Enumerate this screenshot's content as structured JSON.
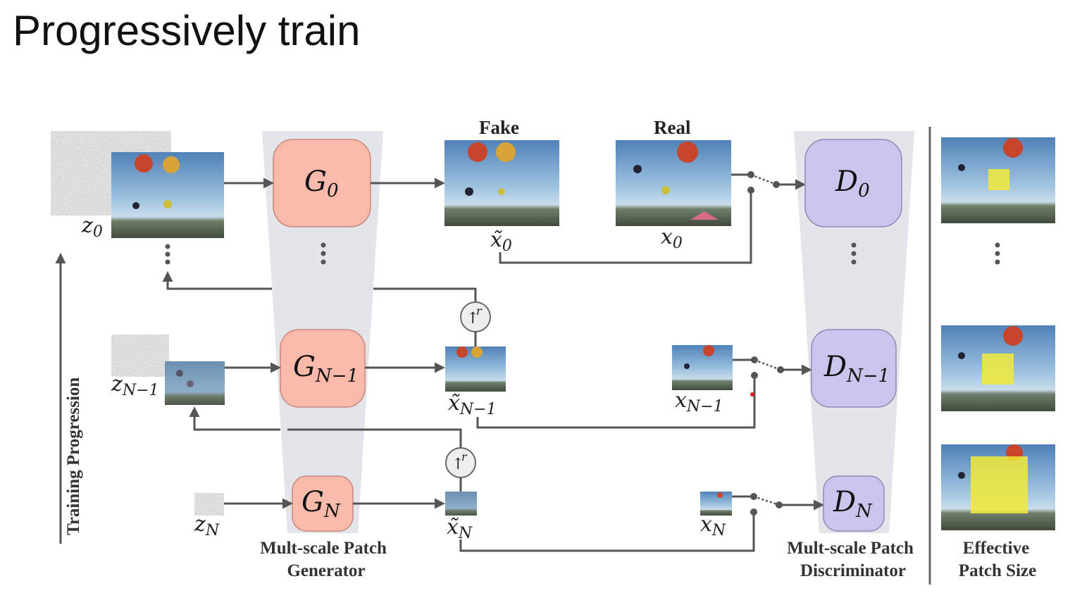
{
  "slide": {
    "title": "Progressively train"
  },
  "generators": [
    {
      "id": "g0",
      "label": "G",
      "sub": "0"
    },
    {
      "id": "gn1",
      "label": "G",
      "sub": "N−1"
    },
    {
      "id": "gn",
      "label": "G",
      "sub": "N"
    }
  ],
  "discriminators": [
    {
      "id": "d0",
      "label": "D",
      "sub": "0"
    },
    {
      "id": "dn1",
      "label": "D",
      "sub": "N−1"
    },
    {
      "id": "dn",
      "label": "D",
      "sub": "N"
    }
  ],
  "noise_labels": [
    {
      "base": "z",
      "sub": "0"
    },
    {
      "base": "z",
      "sub": "N−1"
    },
    {
      "base": "z",
      "sub": "N"
    }
  ],
  "fake_labels": [
    {
      "base": "x̃",
      "sub": "0"
    },
    {
      "base": "x̃",
      "sub": "N−1"
    },
    {
      "base": "x̃",
      "sub": "N"
    }
  ],
  "real_labels": [
    {
      "base": "x",
      "sub": "0"
    },
    {
      "base": "x",
      "sub": "N−1"
    },
    {
      "base": "x",
      "sub": "N"
    }
  ],
  "headings": {
    "fake": "Fake",
    "real": "Real"
  },
  "upsample": {
    "arrow": "↑",
    "factor": "r"
  },
  "captions": {
    "generator_line1": "Mult-scale Patch",
    "generator_line2": "Generator",
    "discriminator_line1": "Mult-scale Patch",
    "discriminator_line2": "Discriminator",
    "patch_line1": "Effective",
    "patch_line2": "Patch Size"
  },
  "side_label": "Training Progression",
  "colors": {
    "generator_fill": "#f9b9ab",
    "generator_stroke": "#c9877a",
    "discriminator_fill": "#c9c6ee",
    "discriminator_stroke": "#8e8ab8",
    "trapezoid": "#e4e5ea",
    "line": "#555555",
    "patch_highlight": "#f2ea38"
  },
  "icons": {
    "upsample": "upsample-circle-icon",
    "switch": "switch-icon",
    "ellipsis": "vertical-ellipsis-icon"
  }
}
